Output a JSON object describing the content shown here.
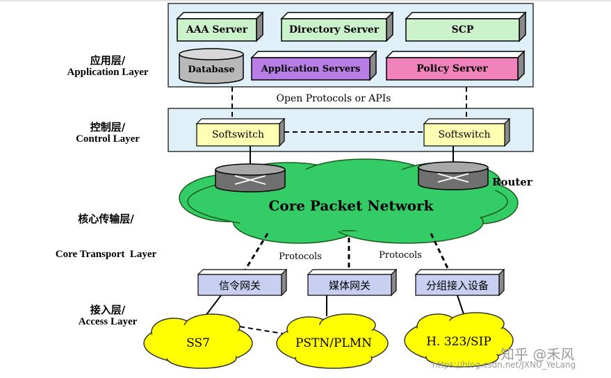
{
  "layers": {
    "application": {
      "zh": "应用层/",
      "en": "Application Layer"
    },
    "control": {
      "zh": "控制层/",
      "en": "Control Layer"
    },
    "core": {
      "zh": "核心传输层/",
      "en": "Core Transport  Layer"
    },
    "access": {
      "zh": "接入层/",
      "en": "Access Layer"
    }
  },
  "application_servers": {
    "aaa": "AAA Server",
    "directory": "Directory Server",
    "scp": "SCP",
    "database": "Database",
    "app_servers": "Application Servers",
    "policy": "Policy Server"
  },
  "open_protocols": "Open Protocols or APIs",
  "softswitch_left": "Softswitch",
  "softswitch_right": "Softswitch",
  "router_label": "Router",
  "core_network": "Core Packet Network",
  "protocols_left": "Protocols",
  "protocols_right": "Protocols",
  "gateways": {
    "signaling": "信令网关",
    "media": "媒体网关",
    "packet_access": "分组接入设备"
  },
  "access_networks": {
    "ss7": "SS7",
    "pstn": "PSTN/PLMN",
    "h323": "H. 323/SIP"
  },
  "watermark": {
    "zhihu": "知乎 @禾风",
    "url": "https://blog.csdn.net/JXNU_YeLang"
  },
  "colors": {
    "layer_panel": "#dff0f8",
    "aaa_box": "#ccf2cc",
    "directory_box": "#ccf2cc",
    "scp_box": "#ccf2cc",
    "database": "#b8b8b8",
    "app_servers_box": "#b87ee6",
    "policy_box": "#f082bc",
    "softswitch_box": "#ffffb3",
    "core_cloud": "#33cc66",
    "router": "#707070",
    "gateway_box": "#c8cff0",
    "access_cloud": "#ffff00"
  }
}
